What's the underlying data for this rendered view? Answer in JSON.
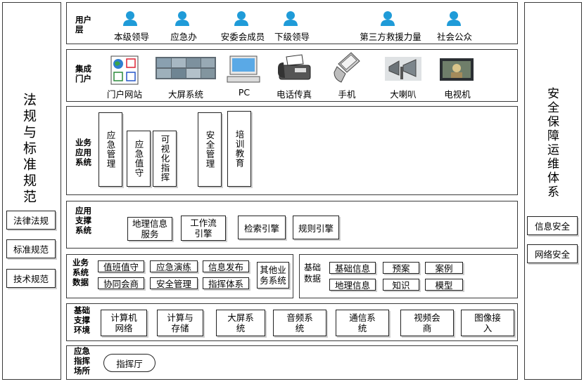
{
  "left_panel": {
    "title": "法规与标准规范",
    "items": [
      "法律法规",
      "标准规范",
      "技术规范"
    ]
  },
  "right_panel": {
    "title": "安全保障运维体系",
    "items": [
      "信息安全",
      "网络安全"
    ]
  },
  "user_layer": {
    "label": "用户层",
    "users": [
      "本级领导",
      "应急办",
      "安委会成员",
      "下级领导",
      "第三方救援力量",
      "社会公众"
    ]
  },
  "portal_layer": {
    "label": "集成门户",
    "items": [
      "门户网站",
      "大屏系统",
      "PC",
      "电话传真",
      "手机",
      "大喇叭",
      "电视机"
    ]
  },
  "business_apps": {
    "label": "业务应用系统",
    "items": [
      "应急管理",
      "应急值守",
      "可视化指挥",
      "安全管理",
      "培训教育"
    ]
  },
  "app_support": {
    "label": "应用支撑系统",
    "items": [
      "地理信息服务",
      "工作流引擎",
      "检索引擎",
      "规则引擎"
    ]
  },
  "business_data": {
    "label": "业务系统数据",
    "items": [
      "值班值守",
      "应急演练",
      "信息发布",
      "其他业务系统",
      "协同会商",
      "安全管理",
      "指挥体系"
    ]
  },
  "base_data": {
    "label": "基础数据",
    "items": [
      "基础信息",
      "预案",
      "案例",
      "地理信息",
      "知识",
      "模型"
    ]
  },
  "base_env": {
    "label": "基础支撑环境",
    "items": [
      "计算机网络",
      "计算与存储",
      "大屏系统",
      "音频系统",
      "通信系统",
      "视频会商",
      "图像接入"
    ]
  },
  "command_site": {
    "label": "应急指挥场所",
    "items": [
      "指挥厅"
    ]
  },
  "colors": {
    "user_icon": "#1f9bd8",
    "border": "#3a3a3a"
  }
}
